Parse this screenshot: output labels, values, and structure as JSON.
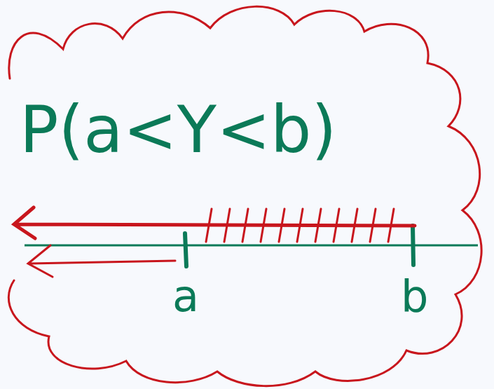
{
  "diagram": {
    "labels": [
      "P(a<Y<b)",
      "a",
      "b"
    ]
  }
}
